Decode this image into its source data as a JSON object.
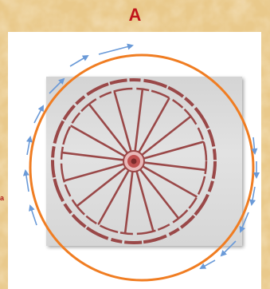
{
  "heading": {
    "letter": "A"
  },
  "colors": {
    "background": "#e9c98b",
    "heading_letter": "#c0141a",
    "orbit_circle": "#f07d22",
    "arrows": "#6a9ad8",
    "wheel": "#9a4848",
    "hub": "#c05050"
  },
  "wheel": {
    "spoke_count": 16
  },
  "side_mark": {
    "text": "a"
  }
}
